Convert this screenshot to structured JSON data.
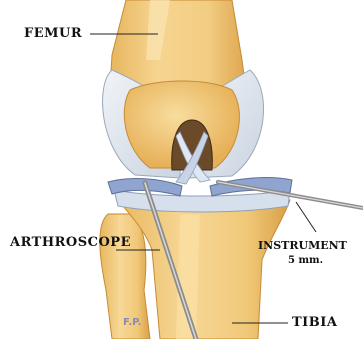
{
  "labels": {
    "femur": "FEMUR",
    "arthroscope": "ARTHROSCOPE",
    "instrument": "INSTRUMENT",
    "instrument_size": "5 mm.",
    "tibia": "TIBIA"
  },
  "signature": "F.P.",
  "colors": {
    "bone_fill": "#f3cf86",
    "bone_shadow": "#e0a948",
    "cartilage": "#dfe6ee",
    "meniscus": "#8fa4cf",
    "ligament": "#b9c8e2",
    "instrument_steel": "#9a9a9a",
    "label_text": "#111111",
    "leader_line": "#222222"
  }
}
